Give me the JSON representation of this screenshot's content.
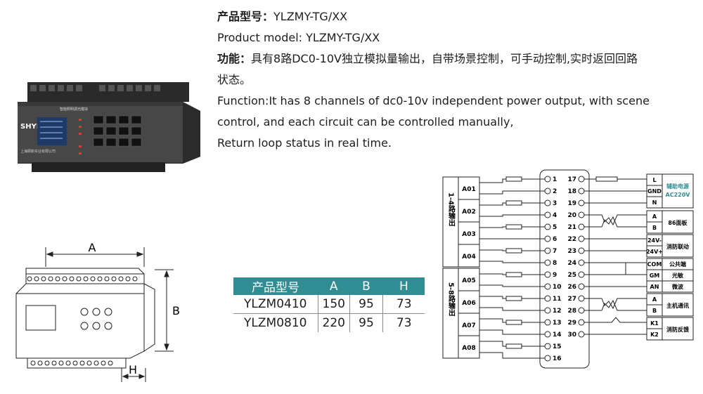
{
  "spec": {
    "model_label_cn": "产品型号：",
    "model_value": "YLZMY-TG/XX",
    "model_en": "Product model: YLZMY-TG/XX",
    "function_label_cn": "功能：",
    "function_cn_1": "具有8路DC0-10V独立模拟量输出，自带场景控制，可手动控制,实时返回回路",
    "function_cn_2": "状态。",
    "function_en_1": "Function:It has 8 channels of dc0-10v independent power output, with scene",
    "function_en_2": "control, and each circuit can be controlled manually,",
    "function_en_3": "Return loop status in real time."
  },
  "device_photo": {
    "brand": "SHYL",
    "company": "上海颐新实业有限公司",
    "header": "智能照明调光模块"
  },
  "drawing": {
    "dim_a": "A",
    "dim_b": "B",
    "dim_h": "H"
  },
  "dim_table": {
    "headers": [
      "产品型号",
      "A",
      "B",
      "H"
    ],
    "rows": [
      [
        "YLZM0410",
        "150",
        "95",
        "73"
      ],
      [
        "YLZM0810",
        "220",
        "95",
        "73"
      ]
    ]
  },
  "wiring": {
    "group1": "1-4路输出",
    "group2": "5-8路输出",
    "outputs": [
      "A01",
      "A02",
      "A03",
      "A04",
      "A05",
      "A06",
      "A07",
      "A08"
    ],
    "left_terminals": [
      "1",
      "2",
      "3",
      "4",
      "5",
      "6",
      "7",
      "8",
      "9",
      "10",
      "11",
      "12",
      "13",
      "14",
      "15",
      "16"
    ],
    "right_terminals": [
      "17",
      "18",
      "19",
      "20",
      "21",
      "22",
      "23",
      "24",
      "25",
      "26",
      "27",
      "28",
      "29",
      "30"
    ],
    "power_terms": [
      "L",
      "GND",
      "N"
    ],
    "power_label": "辅助电源",
    "power_sub": "AC220V",
    "panel_terms": [
      "A",
      "B"
    ],
    "panel_label": "86面板",
    "fire_terms": [
      "24V-",
      "24V+"
    ],
    "fire_label": "消防联动",
    "sensor_terms": [
      "COM",
      "GM",
      "AN"
    ],
    "sensor_labels": [
      "公共端",
      "光敏",
      "微波"
    ],
    "host_terms": [
      "A",
      "B"
    ],
    "host_label": "主机通讯",
    "feedback_terms": [
      "K1",
      "K2"
    ],
    "feedback_label": "消防反馈"
  },
  "colors": {
    "table_header": "#2f8d93",
    "power_label": "#2f8d93"
  }
}
